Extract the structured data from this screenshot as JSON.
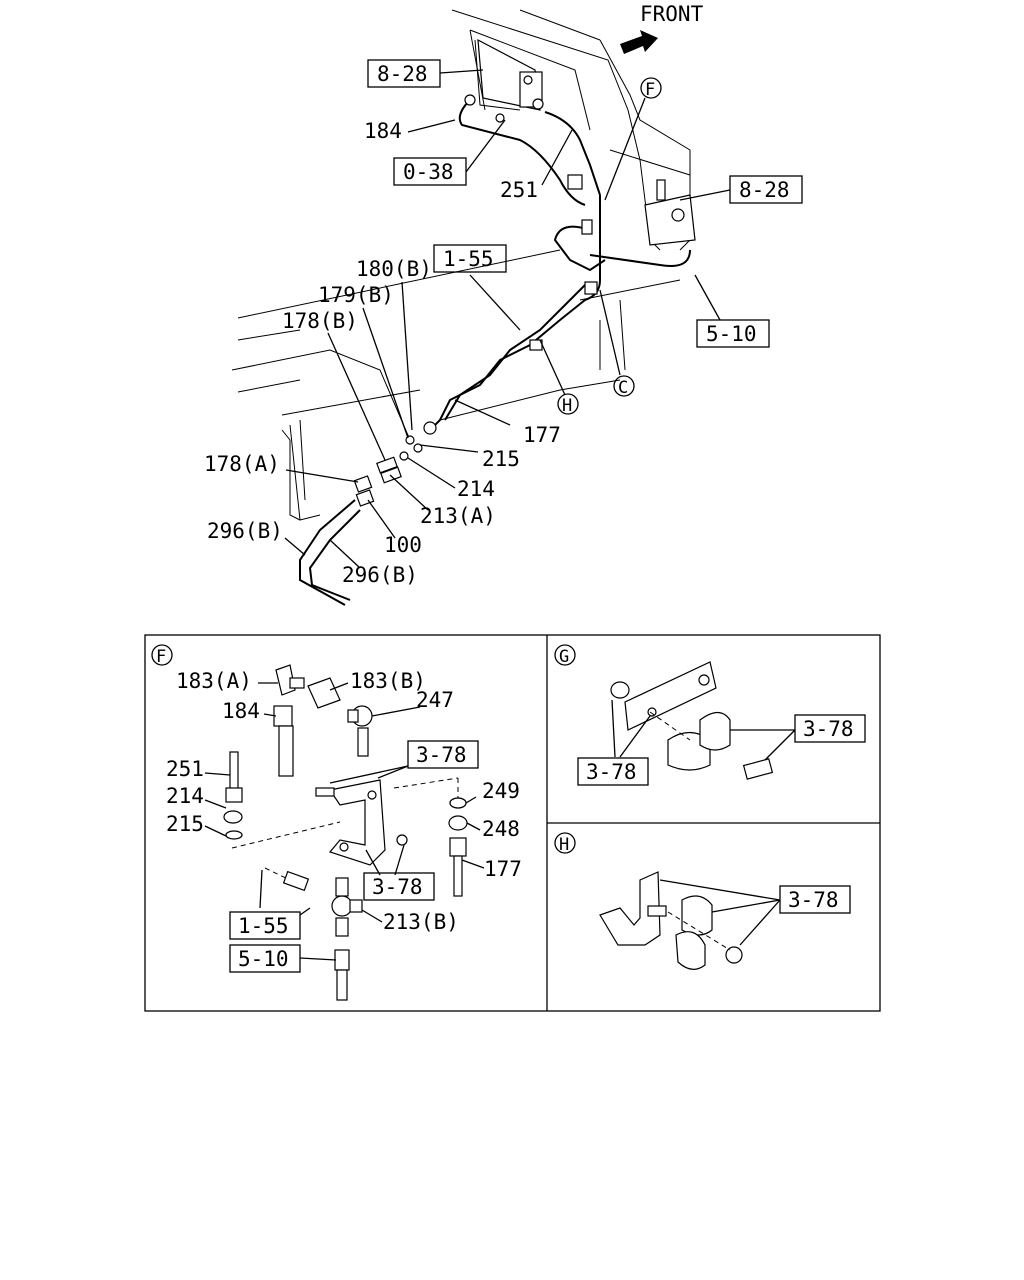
{
  "header": {
    "front_label": "FRONT"
  },
  "main_callouts": {
    "ref_8_28_top": "8-28",
    "ref_8_28_right": "8-28",
    "ref_0_38": "0-38",
    "ref_1_55": "1-55",
    "ref_5_10": "5-10",
    "p184": "184",
    "p251": "251",
    "p180b": "180(B)",
    "p179b": "179(B)",
    "p178b": "178(B)",
    "p178a": "178(A)",
    "p177": "177",
    "p215": "215",
    "p214": "214",
    "p213a": "213(A)",
    "p100": "100",
    "p296b_1": "296(B)",
    "p296b_2": "296(B)",
    "circle_f": "F",
    "circle_c": "C",
    "circle_h": "H"
  },
  "panel_f": {
    "tag": "F",
    "p183a": "183(A)",
    "p183b": "183(B)",
    "p184": "184",
    "p247": "247",
    "ref_3_78_a": "3-78",
    "ref_3_78_b": "3-78",
    "p251": "251",
    "p214": "214",
    "p215": "215",
    "p249": "249",
    "p248": "248",
    "p177": "177",
    "ref_1_55": "1-55",
    "ref_5_10": "5-10",
    "p213b": "213(B)"
  },
  "panel_g": {
    "tag": "G",
    "ref_3_78_a": "3-78",
    "ref_3_78_b": "3-78"
  },
  "panel_h": {
    "tag": "H",
    "ref_3_78": "3-78"
  }
}
